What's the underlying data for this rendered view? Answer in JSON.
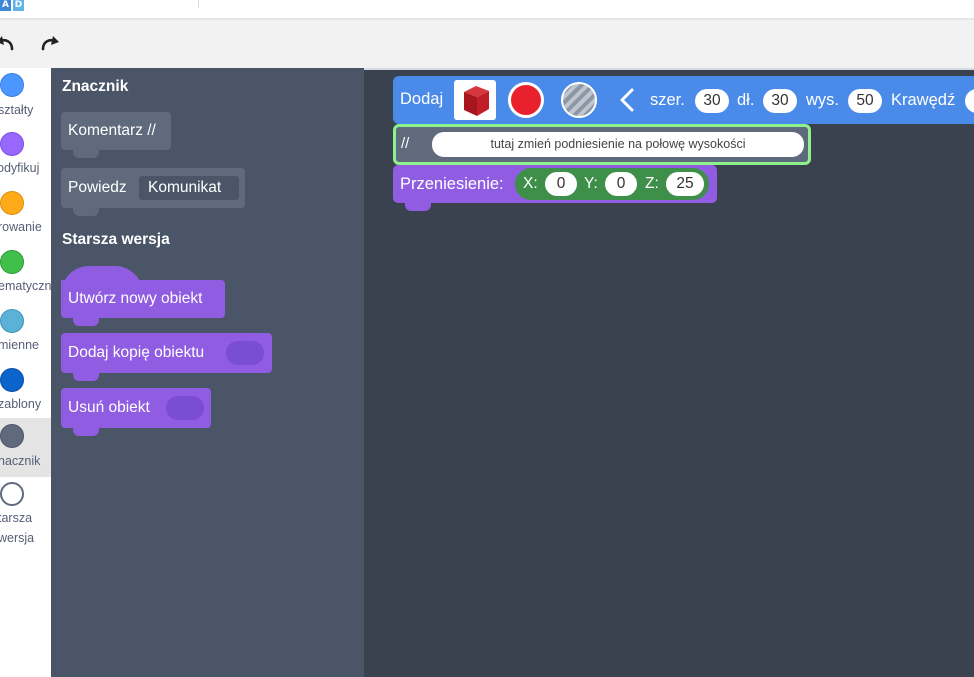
{
  "logo": {
    "letters": [
      "A",
      "D"
    ]
  },
  "toolbar": {
    "undo_icon": "undo-arrow",
    "redo_icon": "redo-arrow"
  },
  "categories": [
    {
      "label": "ształty",
      "color": "#4c97ff"
    },
    {
      "label": "odyfikuj",
      "color": "#9966ff"
    },
    {
      "label": "rowanie",
      "color": "#ffab19"
    },
    {
      "label": "ematyczne",
      "color": "#40bf4a"
    },
    {
      "label": "mienne",
      "color": "#5cb1d6"
    },
    {
      "label": "zablony",
      "color": "#0b64cc"
    },
    {
      "label": "nacznik",
      "color": "#5f6b7c",
      "selected": true
    },
    {
      "label": "tarsza",
      "label2": "wersja",
      "color": "#ffffff"
    }
  ],
  "flyout": {
    "heading1": "Znacznik",
    "comment_label": "Komentarz //",
    "say_label": "Powiedz",
    "say_value": "Komunikat",
    "heading2": "Starsza wersja",
    "create_label": "Utwórz nowy obiekt",
    "copy_label": "Dodaj kopię obiektu",
    "delete_label": "Usuń obiekt"
  },
  "workspace": {
    "add_block": {
      "label": "Dodaj",
      "shape_icon": "red-cube",
      "color_swatch": "#e8212c",
      "texture_icon": "striped-texture",
      "arrow_icon": "chevron-left",
      "width_label": "szer.",
      "width_value": "30",
      "length_label": "dł.",
      "length_value": "30",
      "height_label": "wys.",
      "height_value": "50",
      "edge_label": "Krawędź"
    },
    "comment_block": {
      "prefix": "//",
      "text": "tutaj zmień podniesienie na połowę wysokości"
    },
    "move_block": {
      "label": "Przeniesienie:",
      "x_label": "X:",
      "x_value": "0",
      "y_label": "Y:",
      "y_value": "0",
      "z_label": "Z:",
      "z_value": "25"
    }
  }
}
